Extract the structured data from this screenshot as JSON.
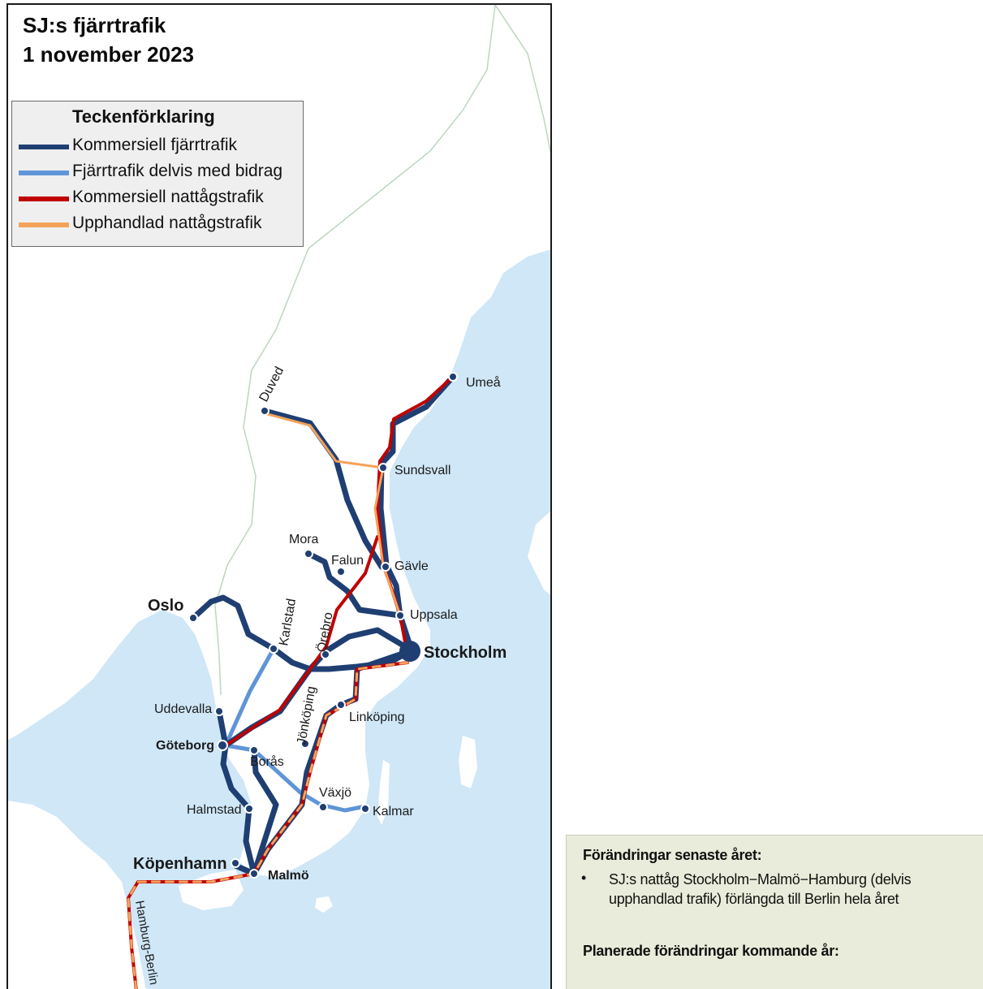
{
  "map": {
    "title_line1": "SJ:s fjärrtrafik",
    "title_line2": "1 november 2023",
    "colors": {
      "sea": "#cfe7f7",
      "land": "#ffffff",
      "border": "#bcd6bf",
      "commercial_long_distance": "#1f3f73",
      "partly_subsidised": "#5f95d8",
      "commercial_night": "#c00000",
      "procured_night": "#f4a25a"
    },
    "legend": {
      "title": "Teckenförklaring",
      "items": [
        {
          "label": "Kommersiell fjärrtrafik",
          "color": "#1f3f73"
        },
        {
          "label": "Fjärrtrafik delvis med bidrag",
          "color": "#5f95d8"
        },
        {
          "label": "Kommersiell nattågstrafik",
          "color": "#c00000"
        },
        {
          "label": "Upphandlad nattågstrafik",
          "color": "#f4a25a"
        }
      ]
    },
    "cities": {
      "umea": "Umeå",
      "duved": "Duved",
      "sundsvall": "Sundsvall",
      "mora": "Mora",
      "falun": "Falun",
      "gavle": "Gävle",
      "uppsala": "Uppsala",
      "stockholm": "Stockholm",
      "oslo": "Oslo",
      "karlstad": "Karlstad",
      "orebro": "Örebro",
      "linkoping": "Linköping",
      "jonkoping": "Jönköping",
      "uddevalla": "Uddevalla",
      "goteborg": "Göteborg",
      "boras": "Borås",
      "vaxjo": "Växjö",
      "kalmar": "Kalmar",
      "halmstad": "Halmstad",
      "kopenhamn": "Köpenhamn",
      "malmo": "Malmö",
      "hamburg_berlin": "Hamburg-Berlin"
    }
  },
  "info": {
    "changes_heading": "Förändringar senaste året:",
    "bullet": "•",
    "change_1": "SJ:s nattåg Stockholm−Malmö−Hamburg (delvis upphandlad trafik) förlängda till Berlin hela året",
    "planned_heading": "Planerade förändringar kommande år:"
  }
}
